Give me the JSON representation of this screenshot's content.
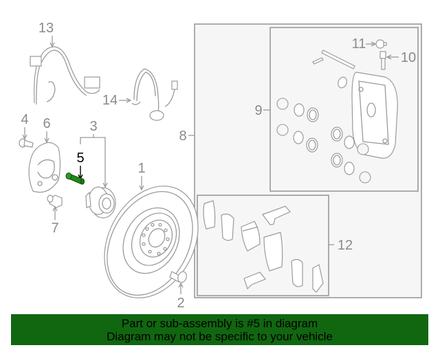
{
  "diagram": {
    "callouts": [
      {
        "id": "1",
        "label": "1"
      },
      {
        "id": "2",
        "label": "2"
      },
      {
        "id": "3",
        "label": "3"
      },
      {
        "id": "4",
        "label": "4"
      },
      {
        "id": "5",
        "label": "5",
        "highlighted": true
      },
      {
        "id": "6",
        "label": "6"
      },
      {
        "id": "7",
        "label": "7"
      },
      {
        "id": "8",
        "label": "8"
      },
      {
        "id": "9",
        "label": "9"
      },
      {
        "id": "10",
        "label": "10"
      },
      {
        "id": "11",
        "label": "11"
      },
      {
        "id": "12",
        "label": "12"
      },
      {
        "id": "13",
        "label": "13"
      },
      {
        "id": "14",
        "label": "14"
      }
    ],
    "highlight_color": "#1f8a1a",
    "line_color": "#9a9a9a",
    "box_fill": "#f6f6f6"
  },
  "banner": {
    "line1": "Part or sub-assembly is #5 in diagram",
    "line2": "Diagram may not be specific to your vehicle",
    "background": "#116610"
  }
}
